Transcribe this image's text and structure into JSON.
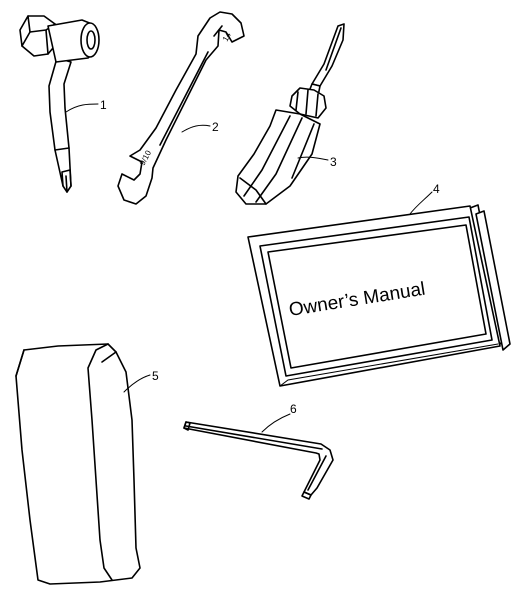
{
  "callouts": [
    {
      "number": "1"
    },
    {
      "number": "2"
    },
    {
      "number": "3"
    },
    {
      "number": "4"
    },
    {
      "number": "5"
    },
    {
      "number": "6"
    }
  ],
  "manual": {
    "cover_title": "Owner’s Manual"
  },
  "wrench": {
    "size_stamp_large": "9/10",
    "size_stamp_small": "14"
  },
  "colors": {
    "ink": "#000000",
    "paper": "#ffffff"
  }
}
